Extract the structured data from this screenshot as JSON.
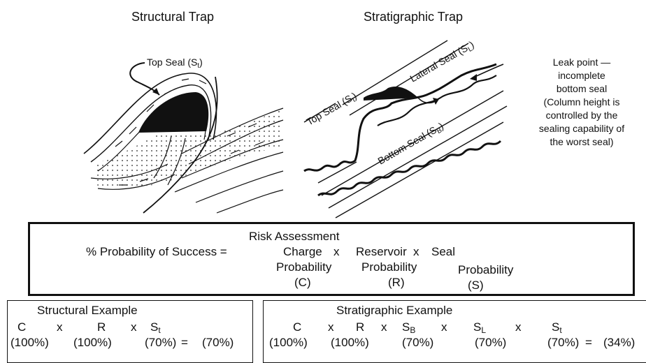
{
  "structural_title": "Structural Trap",
  "stratigraphic_title": "Stratigraphic Trap",
  "structural_labels": {
    "top_seal": "Top Seal (S",
    "top_seal_sub": "t",
    "close": ")"
  },
  "strat_labels": {
    "top_seal": "Top Seal (S",
    "top_seal_sub": "t",
    "lateral_seal": "Lateral Seal (S",
    "lateral_seal_sub": "L",
    "bottom_seal": "Bottom Seal (S",
    "bottom_seal_sub": "B",
    "close": ")",
    "leak_note": [
      "Leak point —",
      "incomplete",
      "bottom seal",
      "(Column height is",
      "controlled by the",
      "sealing capability of",
      "the worst seal)"
    ]
  },
  "risk": {
    "title": "Risk Assessment",
    "formula_lhs": "% Probability of Success =",
    "charge": "Charge",
    "reservoir": "Reservoir",
    "seal": "Seal",
    "x": "x",
    "probability": "Probability",
    "c": "(C)",
    "r": "(R)",
    "s": "(S)"
  },
  "structural_example": {
    "title": "Structural Example",
    "symbols": [
      "C",
      "x",
      "R",
      "x",
      "S"
    ],
    "s_sub": "t",
    "values": [
      "(100%)",
      "(100%)",
      "(70%)",
      "=",
      "(70%)"
    ]
  },
  "stratigraphic_example": {
    "title": "Stratigraphic Example",
    "symbols": [
      "C",
      "x",
      "R",
      "x",
      "S",
      "x",
      "S",
      "x",
      "S"
    ],
    "subs": [
      "B",
      "L",
      "t"
    ],
    "values": [
      "(100%)",
      "(100%)",
      "(70%)",
      "(70%)",
      "(70%)",
      "=",
      "(34%)"
    ]
  }
}
